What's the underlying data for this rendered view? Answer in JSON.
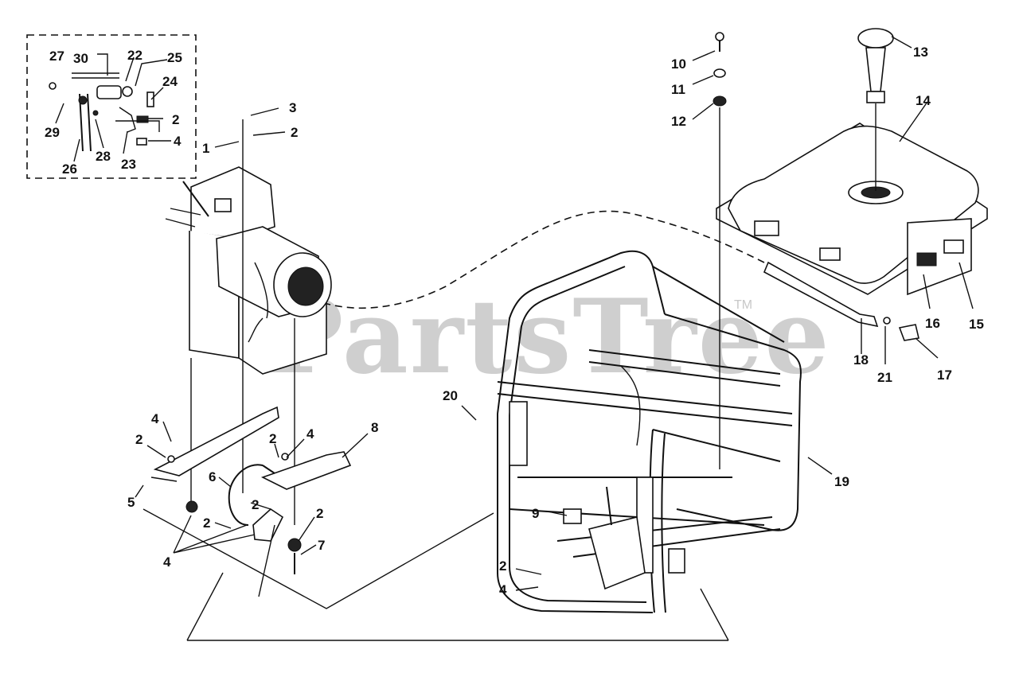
{
  "watermark": {
    "text": "PartsTree",
    "trademark": "TM"
  },
  "callouts": [
    {
      "id": "c27",
      "text": "27"
    },
    {
      "id": "c30",
      "text": "30"
    },
    {
      "id": "c22",
      "text": "22"
    },
    {
      "id": "c25",
      "text": "25"
    },
    {
      "id": "c24",
      "text": "24"
    },
    {
      "id": "c2a",
      "text": "2"
    },
    {
      "id": "c4a",
      "text": "4"
    },
    {
      "id": "c29",
      "text": "29"
    },
    {
      "id": "c26",
      "text": "26"
    },
    {
      "id": "c28",
      "text": "28"
    },
    {
      "id": "c23",
      "text": "23"
    },
    {
      "id": "c3",
      "text": "3"
    },
    {
      "id": "c2b",
      "text": "2"
    },
    {
      "id": "c1",
      "text": "1"
    },
    {
      "id": "c4b",
      "text": "4"
    },
    {
      "id": "c2c",
      "text": "2"
    },
    {
      "id": "c5",
      "text": "5"
    },
    {
      "id": "c6",
      "text": "6"
    },
    {
      "id": "c2d",
      "text": "2"
    },
    {
      "id": "c4c",
      "text": "4"
    },
    {
      "id": "c8",
      "text": "8"
    },
    {
      "id": "c2e",
      "text": "2"
    },
    {
      "id": "c2f",
      "text": "2"
    },
    {
      "id": "c2g",
      "text": "2"
    },
    {
      "id": "c7",
      "text": "7"
    },
    {
      "id": "c4d",
      "text": "4"
    },
    {
      "id": "c10",
      "text": "10"
    },
    {
      "id": "c11",
      "text": "11"
    },
    {
      "id": "c12",
      "text": "12"
    },
    {
      "id": "c13",
      "text": "13"
    },
    {
      "id": "c14",
      "text": "14"
    },
    {
      "id": "c16",
      "text": "16"
    },
    {
      "id": "c15",
      "text": "15"
    },
    {
      "id": "c18",
      "text": "18"
    },
    {
      "id": "c21",
      "text": "21"
    },
    {
      "id": "c17",
      "text": "17"
    },
    {
      "id": "c20",
      "text": "20"
    },
    {
      "id": "c19",
      "text": "19"
    },
    {
      "id": "c9",
      "text": "9"
    },
    {
      "id": "c2h",
      "text": "2"
    },
    {
      "id": "c4e",
      "text": "4"
    }
  ]
}
